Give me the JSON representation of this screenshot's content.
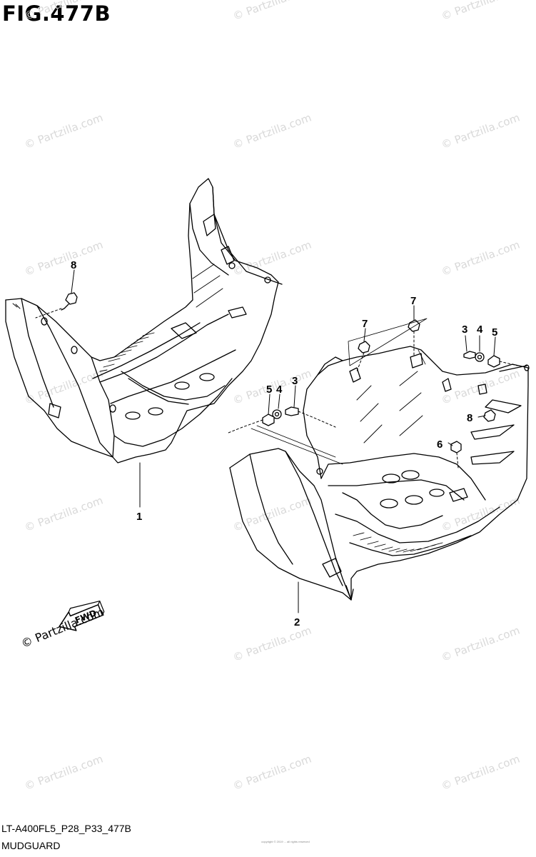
{
  "figure": {
    "title": "FIG.477B"
  },
  "footer": {
    "code": "LT-A400FL5_P28_P33_477B",
    "group": "MUDGUARD",
    "tiny": "copyright © 2019 ... all rights reserved"
  },
  "watermark": {
    "text": "© Partzilla.com"
  },
  "fwd": {
    "text": "FWD"
  },
  "callouts": [
    {
      "id": "1",
      "label": "1"
    },
    {
      "id": "2",
      "label": "2"
    },
    {
      "id": "3a",
      "label": "3"
    },
    {
      "id": "4a",
      "label": "4"
    },
    {
      "id": "5a",
      "label": "5"
    },
    {
      "id": "3b",
      "label": "3"
    },
    {
      "id": "4b",
      "label": "4"
    },
    {
      "id": "5b",
      "label": "5"
    },
    {
      "id": "6",
      "label": "6"
    },
    {
      "id": "7a",
      "label": "7"
    },
    {
      "id": "7b",
      "label": "7"
    },
    {
      "id": "8a",
      "label": "8"
    },
    {
      "id": "8b",
      "label": "8"
    }
  ]
}
